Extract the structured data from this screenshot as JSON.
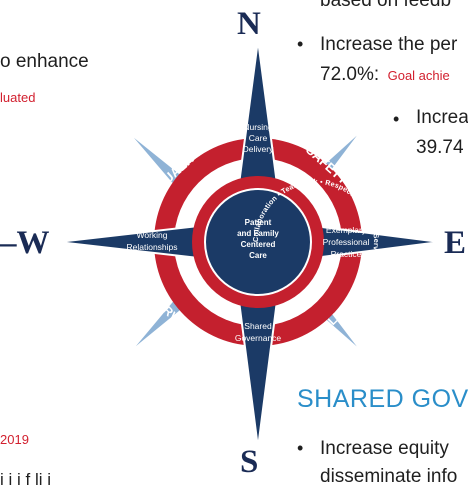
{
  "compass": {
    "north": "N",
    "south": "S",
    "east": "E",
    "west": "W",
    "center": [
      "Patient",
      "and Family",
      "Centered",
      "Care"
    ],
    "north_point": [
      "Nursing",
      "Care",
      "Delivery"
    ],
    "south_point": [
      "Shared",
      "Governance"
    ],
    "west_point": [
      "Working",
      "Relationships"
    ],
    "east_point": [
      "Exemplary",
      "Professional",
      "Practice"
    ],
    "ring_quality": "QUALITY",
    "ring_safety": "SAFETY",
    "ring_service": "SERVICE",
    "ring_value": "VALUE",
    "inner_ring": "Collaboration • Teamwork • Respect • Integrity • Service • Trust •",
    "colors": {
      "navy": "#1b3a66",
      "ring_red": "#c4202e",
      "light_blue": "#8fb3d6",
      "letter": "#1a2b55"
    }
  },
  "left_text": {
    "line1": "o enhance",
    "line2_red": "luated",
    "bottom_red": "2019",
    "bottom_cut": "i i i f li i"
  },
  "right_text": {
    "top_cut": "based on feedb",
    "bullet1_line1": "Increase the per",
    "bullet1_line2": "72.0%:",
    "bullet1_red": "Goal achie",
    "sub_bullet_line1": "Increa",
    "sub_bullet_line2": "39.74",
    "heading": "SHARED GOVE",
    "bullet2_line1": "Increase equity",
    "bullet2_line2": "disseminate info"
  }
}
